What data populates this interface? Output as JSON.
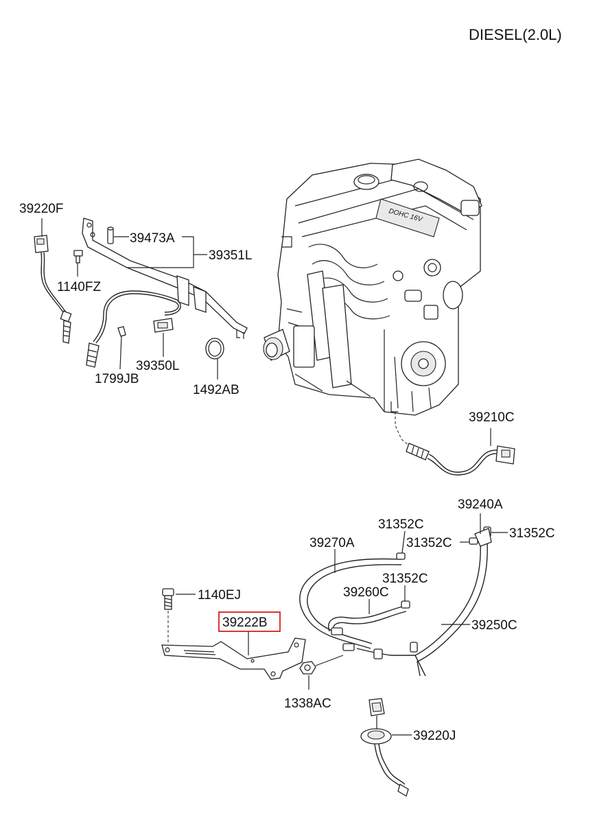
{
  "title": "DIESEL(2.0L)",
  "labels": {
    "p39220F": "39220F",
    "p39473A": "39473A",
    "p39351L": "39351L",
    "p1140FZ": "1140FZ",
    "p1799JB": "1799JB",
    "p39350L": "39350L",
    "p1492AB": "1492AB",
    "p39210C": "39210C",
    "p39240A": "39240A",
    "p31352C_1": "31352C",
    "p31352C_2": "31352C",
    "p31352C_3": "31352C",
    "p31352C_4": "31352C",
    "p39270A": "39270A",
    "p39260C": "39260C",
    "p39250C": "39250C",
    "p1140EJ": "1140EJ",
    "p39222B": "39222B",
    "p1338AC": "1338AC",
    "p39220J": "39220J"
  },
  "highlight_color": "#d62020"
}
